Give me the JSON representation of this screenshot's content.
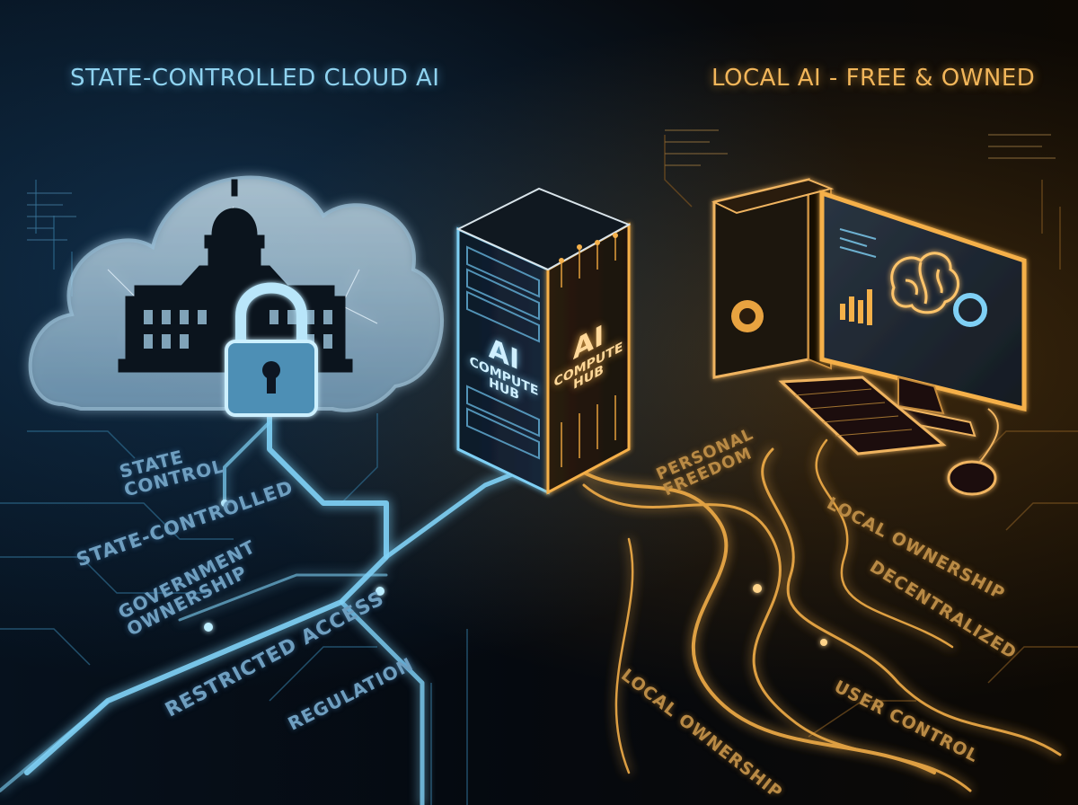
{
  "headings": {
    "left": "STATE-CONTROLLED CLOUD AI",
    "right": "LOCAL AI - FREE & OWNED"
  },
  "hub": {
    "line1": "AI",
    "line2": "COMPUTE",
    "line3": "HUB"
  },
  "left_labels": {
    "state_control_1": "STATE",
    "state_control_2": "CONTROL",
    "state_controlled": "STATE-CONTROLLED",
    "gov_1": "GOVERNMENT",
    "gov_2": "OWNERSHIP",
    "restricted": "RESTRICTED ACCESS",
    "regulation": "REGULATION"
  },
  "right_labels": {
    "personal_1": "PERSONAL",
    "personal_2": "FREEDOM",
    "local_ownership_top": "LOCAL OWNERSHIP",
    "decentralized": "DECENTRALIZED",
    "user_control": "USER CONTROL",
    "local_ownership_bottom": "LOCAL OWNERSHIP"
  },
  "colors": {
    "cool_accent": "#7fd0f5",
    "warm_accent": "#f5b04a",
    "background": "#05080d"
  },
  "icons": [
    "cloud-icon",
    "capitol-building-icon",
    "padlock-icon",
    "server-tower-icon",
    "pc-tower-icon",
    "monitor-icon",
    "brain-icon",
    "keyboard-icon",
    "mouse-icon"
  ]
}
